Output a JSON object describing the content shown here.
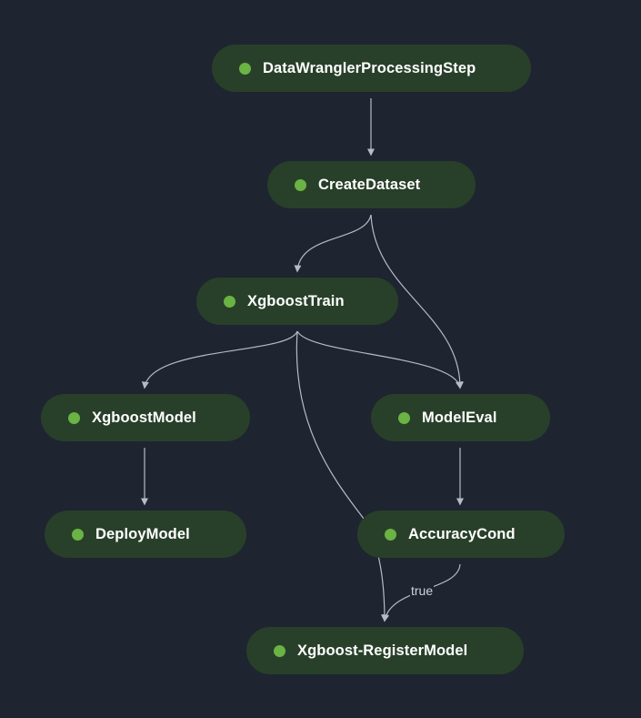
{
  "colors": {
    "background": "#1e2430",
    "node_fill": "#28402a",
    "status_dot": "#6ab344",
    "edge": "#b5bcc8",
    "text": "#ffffff"
  },
  "nodes": {
    "data_wrangler": {
      "label": "DataWranglerProcessingStep"
    },
    "create_dataset": {
      "label": "CreateDataset"
    },
    "xgboost_train": {
      "label": "XgboostTrain"
    },
    "xgboost_model": {
      "label": "XgboostModel"
    },
    "model_eval": {
      "label": "ModelEval"
    },
    "deploy_model": {
      "label": "DeployModel"
    },
    "accuracy_cond": {
      "label": "AccuracyCond"
    },
    "register_model": {
      "label": "Xgboost-RegisterModel"
    }
  },
  "edges": [
    {
      "from": "DataWranglerProcessingStep",
      "to": "CreateDataset"
    },
    {
      "from": "CreateDataset",
      "to": "XgboostTrain"
    },
    {
      "from": "CreateDataset",
      "to": "ModelEval"
    },
    {
      "from": "XgboostTrain",
      "to": "XgboostModel"
    },
    {
      "from": "XgboostTrain",
      "to": "ModelEval"
    },
    {
      "from": "XgboostTrain",
      "to": "Xgboost-RegisterModel"
    },
    {
      "from": "XgboostModel",
      "to": "DeployModel"
    },
    {
      "from": "ModelEval",
      "to": "AccuracyCond"
    },
    {
      "from": "AccuracyCond",
      "to": "Xgboost-RegisterModel",
      "label": "true"
    }
  ]
}
